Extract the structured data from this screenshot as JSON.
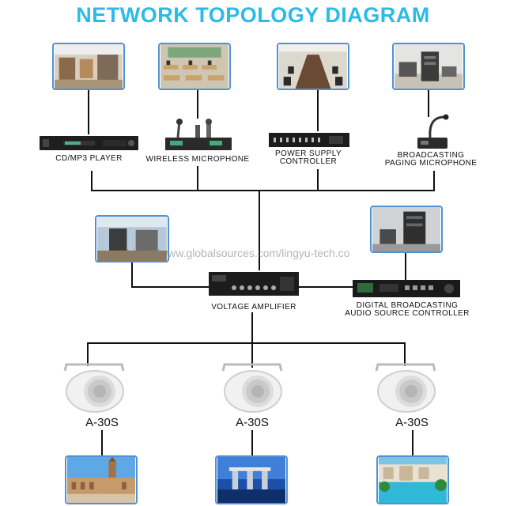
{
  "diagram": {
    "title": "NETWORK TOPOLOGY DIAGRAM",
    "watermark": "https://www.globalsources.com/lingyu-tech.co",
    "sources": [
      {
        "label": "CD/MP3 PLAYER"
      },
      {
        "label": "WIRELESS MICROPHONE"
      },
      {
        "label_line1": "POWER SUPPLY",
        "label_line2": "CONTROLLER"
      },
      {
        "label_line1": "BROADCASTING",
        "label_line2": "PAGING MICROPHONE"
      }
    ],
    "center": {
      "amplifier_label": "VOLTAGE AMPLIFIER",
      "controller_label_line1": "DIGITAL BROADCASTING",
      "controller_label_line2": "AUDIO SOURCE CONTROLLER"
    },
    "speakers": [
      {
        "model": "A-30S"
      },
      {
        "model": "A-30S"
      },
      {
        "model": "A-30S"
      }
    ],
    "colors": {
      "title": "#2bbbe6",
      "photo_border": "#4f93d6",
      "lines": "#111111"
    }
  }
}
